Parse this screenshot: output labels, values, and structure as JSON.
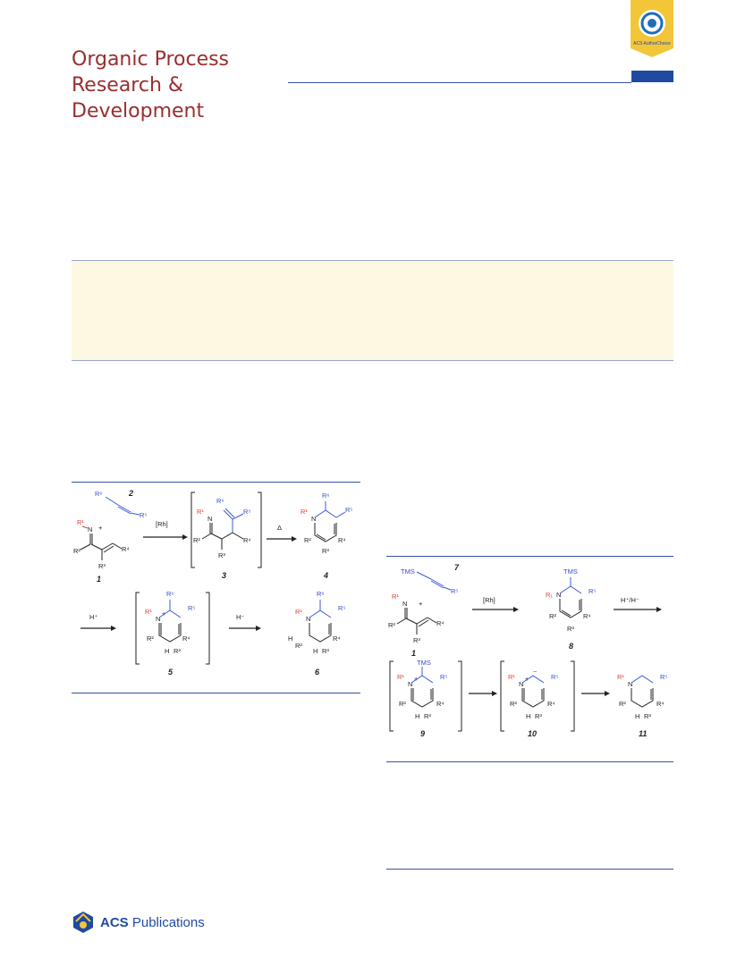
{
  "journal": {
    "title_lines": [
      "Organic Process",
      "Research &",
      "Development"
    ]
  },
  "badge": {
    "label": "ACS AuthorChoice"
  },
  "scheme1": {
    "numbers": [
      "1",
      "2",
      "3",
      "4",
      "5",
      "6"
    ],
    "reagents": {
      "rh": "[Rh]",
      "delta": "Δ",
      "hplus": "H⁺",
      "hminus": "H⁻"
    },
    "labels": {
      "r1": "R¹",
      "r2": "R²",
      "r3": "R³",
      "r4": "R⁴",
      "r5": "R⁵",
      "r6": "R⁶",
      "n": "N",
      "h": "H",
      "plus": "+"
    }
  },
  "scheme2": {
    "numbers": [
      "7",
      "1",
      "8",
      "9",
      "10",
      "11"
    ],
    "reagents": {
      "rh": "[Rh]",
      "hh": "H⁺/H⁻",
      "tms": "TMS"
    },
    "labels": {
      "r1": "R¹",
      "r1sub": "R₁",
      "r2": "R²",
      "r3": "R³",
      "r4": "R⁴",
      "r5": "R⁵",
      "n": "N",
      "h": "H",
      "plus": "+",
      "minus": "−"
    }
  },
  "footer": {
    "brand": "ACS",
    "publications": "Publications"
  },
  "colors": {
    "journal": "#9a2e2e",
    "accent": "#1f4aa0",
    "abstract_bg": "#fdf8e2",
    "red_group": "#e0402e",
    "blue_group": "#2f4fcc"
  }
}
